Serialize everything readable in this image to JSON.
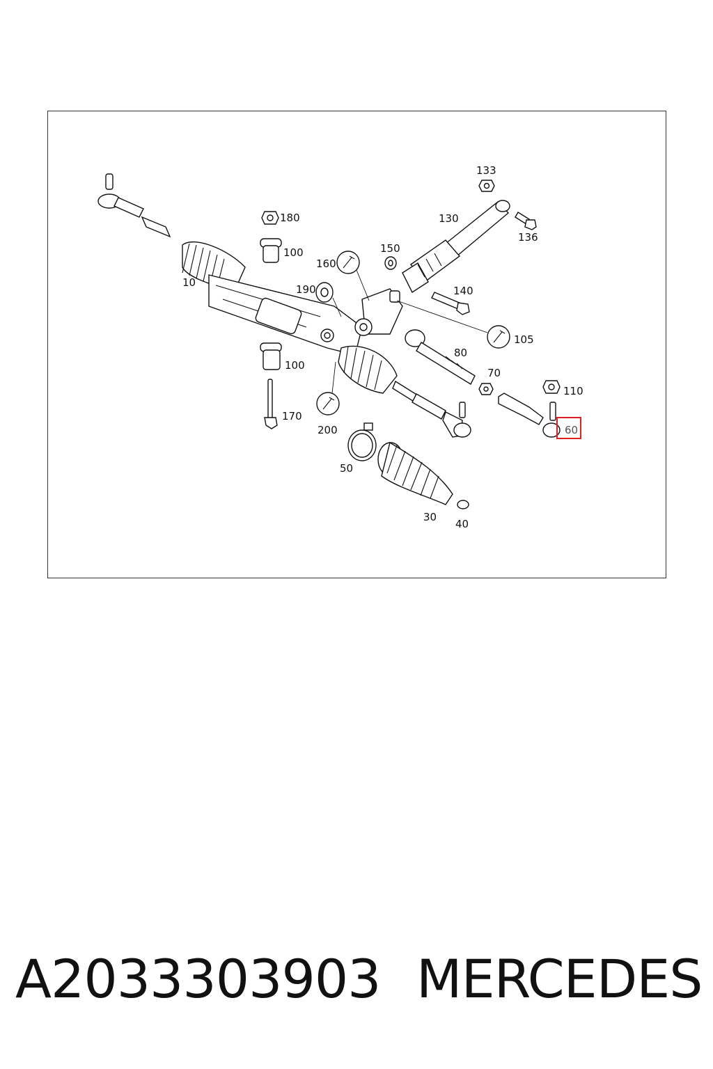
{
  "diagram": {
    "callouts": [
      "10",
      "30",
      "40",
      "50",
      "60",
      "70",
      "80",
      "100",
      "100",
      "105",
      "110",
      "130",
      "133",
      "136",
      "140",
      "150",
      "160",
      "170",
      "180",
      "190",
      "200"
    ],
    "highlighted_part": "60",
    "highlight_color": "#e02020"
  },
  "caption": {
    "part_number": "A2033303903",
    "brand": "MERCEDES"
  }
}
